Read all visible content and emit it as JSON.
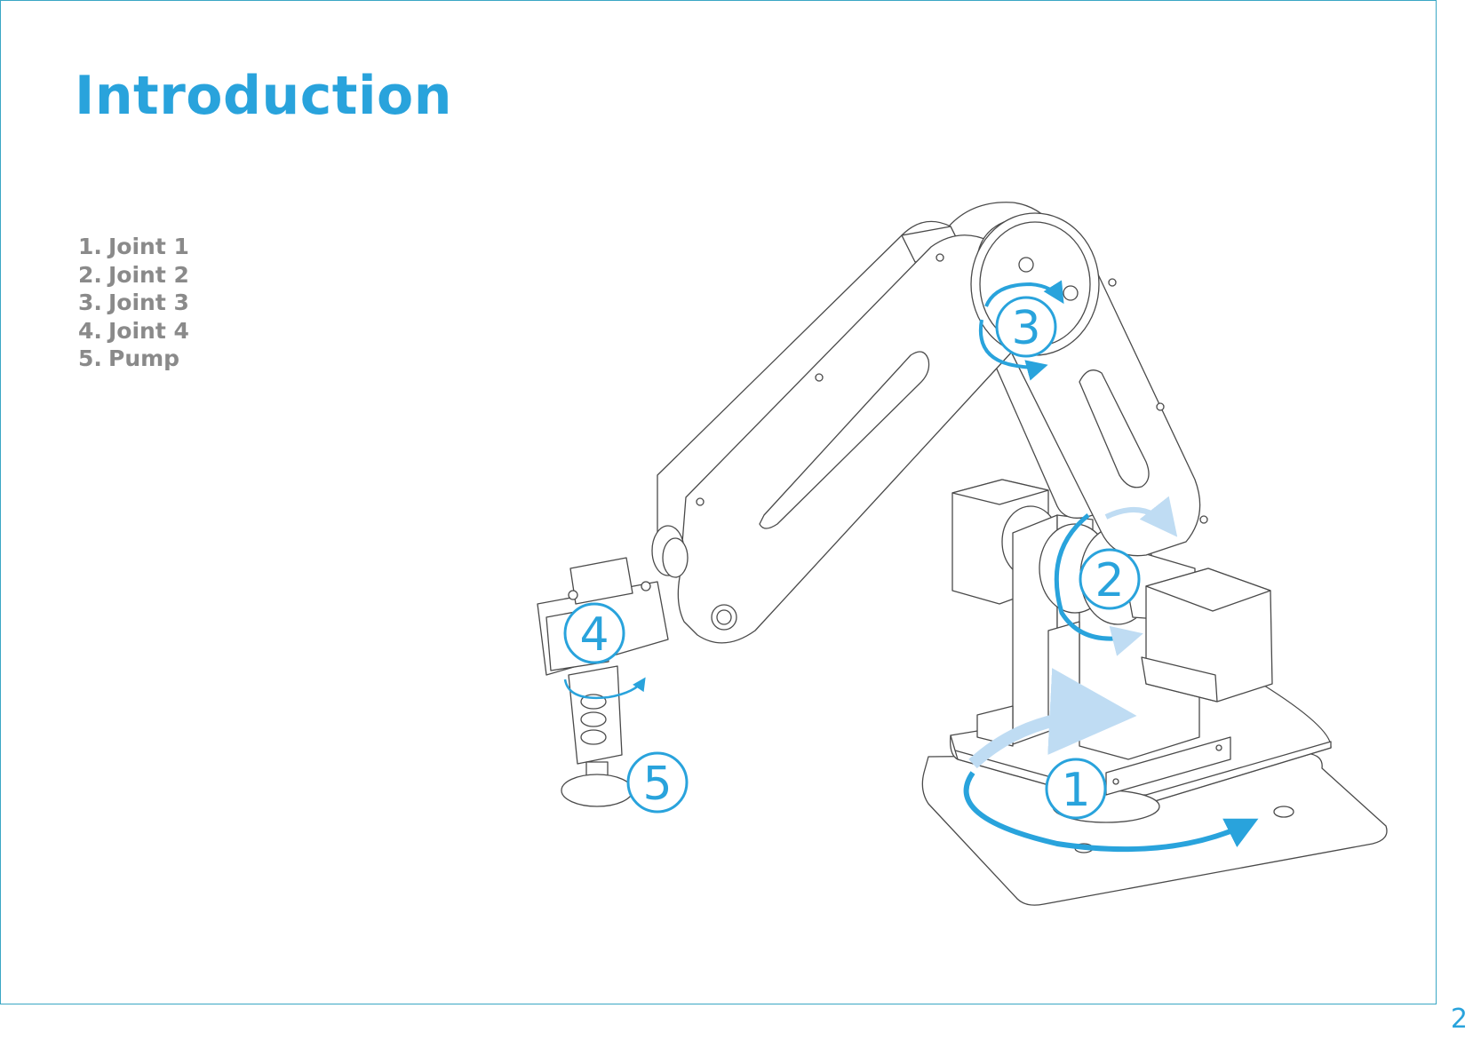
{
  "page": {
    "title": "Introduction",
    "page_number": "2"
  },
  "parts": [
    {
      "num": "1.",
      "label": "Joint 1"
    },
    {
      "num": "2.",
      "label": "Joint 2"
    },
    {
      "num": "3.",
      "label": "Joint 3"
    },
    {
      "num": "4.",
      "label": "Joint 4"
    },
    {
      "num": "5.",
      "label": "Pump"
    }
  ],
  "callouts": [
    "1",
    "2",
    "3",
    "4",
    "5"
  ],
  "colors": {
    "accent": "#29a3dc",
    "list_text": "#8a8a8a",
    "frame": "#3aa7c4",
    "line_art": "#4a4a4a"
  }
}
